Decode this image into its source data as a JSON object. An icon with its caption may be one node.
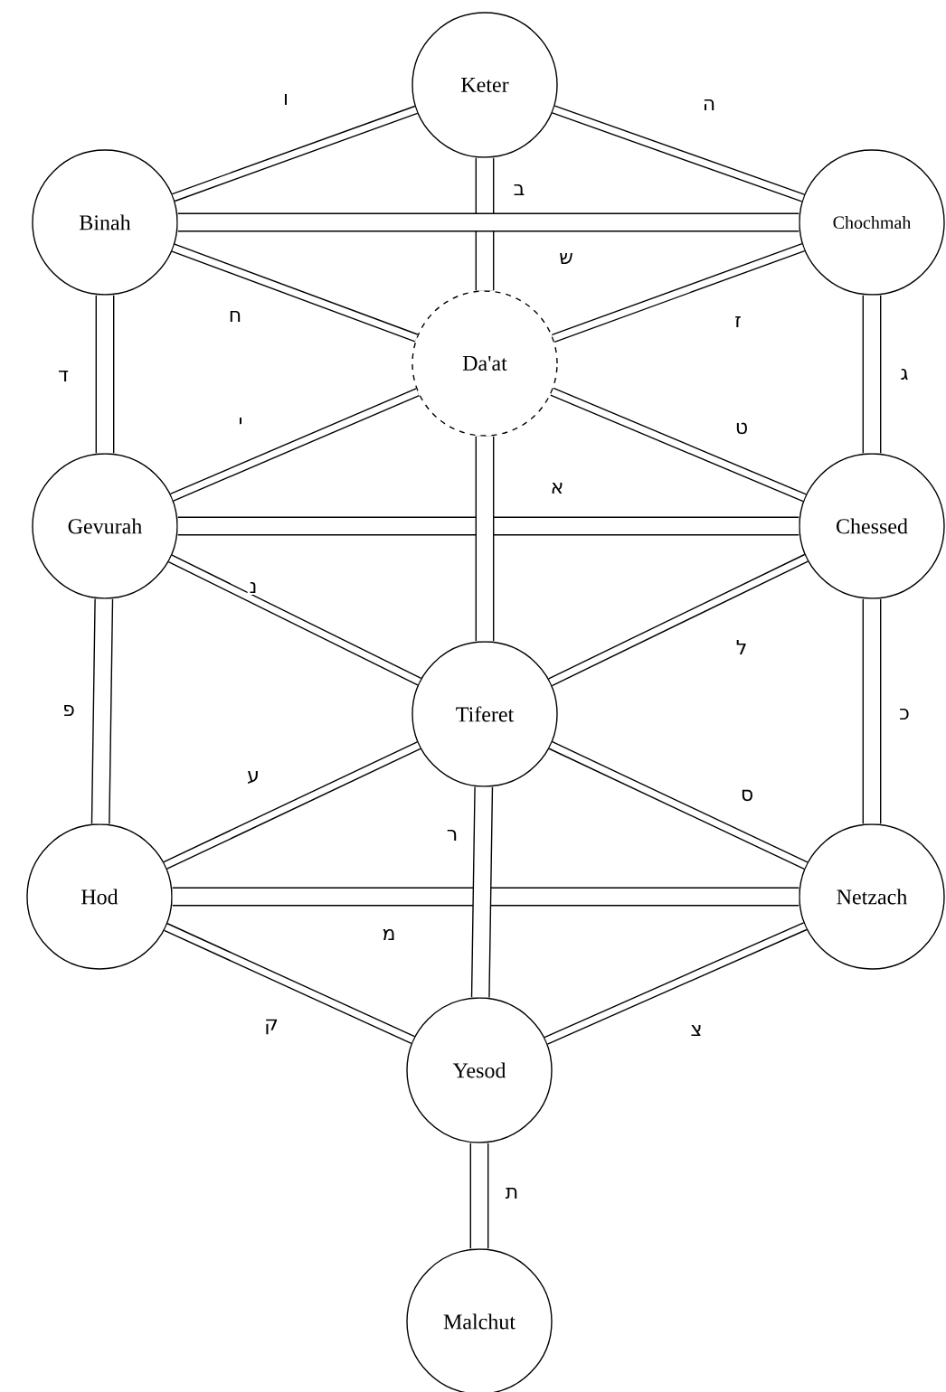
{
  "diagram": {
    "nodes": [
      {
        "text": [
          "Keter"
        ]
      },
      {
        "text": [
          "Binah"
        ]
      },
      {
        "text": [
          "Chochmah"
        ]
      },
      {
        "text": [
          "Da'at"
        ]
      },
      {
        "text": [
          "Gevurah"
        ]
      },
      {
        "text": [
          "Chessed"
        ]
      },
      {
        "text": [
          "Tiferet"
        ]
      },
      {
        "text": [
          "Hod"
        ]
      },
      {
        "text": [
          "Netzach"
        ]
      },
      {
        "text": [
          "Yesod"
        ]
      },
      {
        "text": [
          "Malchut"
        ]
      }
    ],
    "edges": [
      {
        "from": 0,
        "to": 1,
        "arrow": "none",
        "label": "ו"
      },
      {
        "from": 0,
        "to": 2,
        "arrow": "none",
        "label": "ה"
      },
      {
        "from": 0,
        "to": 3,
        "arrow": "none",
        "label": "ב",
        "style": "thick"
      },
      {
        "from": 1,
        "to": 2,
        "arrow": "none",
        "label": "ש",
        "style": "thick"
      },
      {
        "from": 1,
        "to": 3,
        "arrow": "none",
        "label": "ח"
      },
      {
        "from": 2,
        "to": 3,
        "arrow": "none",
        "label": "ז"
      },
      {
        "from": 1,
        "to": 4,
        "arrow": "none",
        "label": "ד",
        "style": "thick"
      },
      {
        "from": 2,
        "to": 5,
        "arrow": "none",
        "label": "ג",
        "style": "thick"
      },
      {
        "from": 3,
        "to": 4,
        "arrow": "none",
        "label": "י"
      },
      {
        "from": 3,
        "to": 5,
        "arrow": "none",
        "label": "ט"
      },
      {
        "from": 4,
        "to": 5,
        "arrow": "none",
        "label": "א",
        "style": "thick"
      },
      {
        "from": 3,
        "to": 6,
        "arrow": "none",
        "style": "thick"
      },
      {
        "from": 4,
        "to": 6,
        "arrow": "none",
        "label": "נ"
      },
      {
        "from": 5,
        "to": 6,
        "arrow": "none",
        "label": "ל"
      },
      {
        "from": 4,
        "to": 7,
        "arrow": "none",
        "label": "פ",
        "style": "thick"
      },
      {
        "from": 5,
        "to": 8,
        "arrow": "none",
        "label": "כ",
        "style": "thick"
      },
      {
        "from": 6,
        "to": 7,
        "arrow": "none",
        "label": "ע"
      },
      {
        "from": 6,
        "to": 8,
        "arrow": "none",
        "label": "ס"
      },
      {
        "from": 7,
        "to": 8,
        "arrow": "none",
        "label": "מ",
        "style": "thick"
      },
      {
        "from": 6,
        "to": 9,
        "arrow": "none",
        "label": "ר",
        "style": "thick"
      },
      {
        "from": 7,
        "to": 9,
        "arrow": "none",
        "label": "ק"
      },
      {
        "from": 8,
        "to": 9,
        "arrow": "none",
        "label": "צ"
      },
      {
        "from": 9,
        "to": 10,
        "arrow": "none",
        "label": "ת",
        "style": "thick"
      }
    ]
  }
}
